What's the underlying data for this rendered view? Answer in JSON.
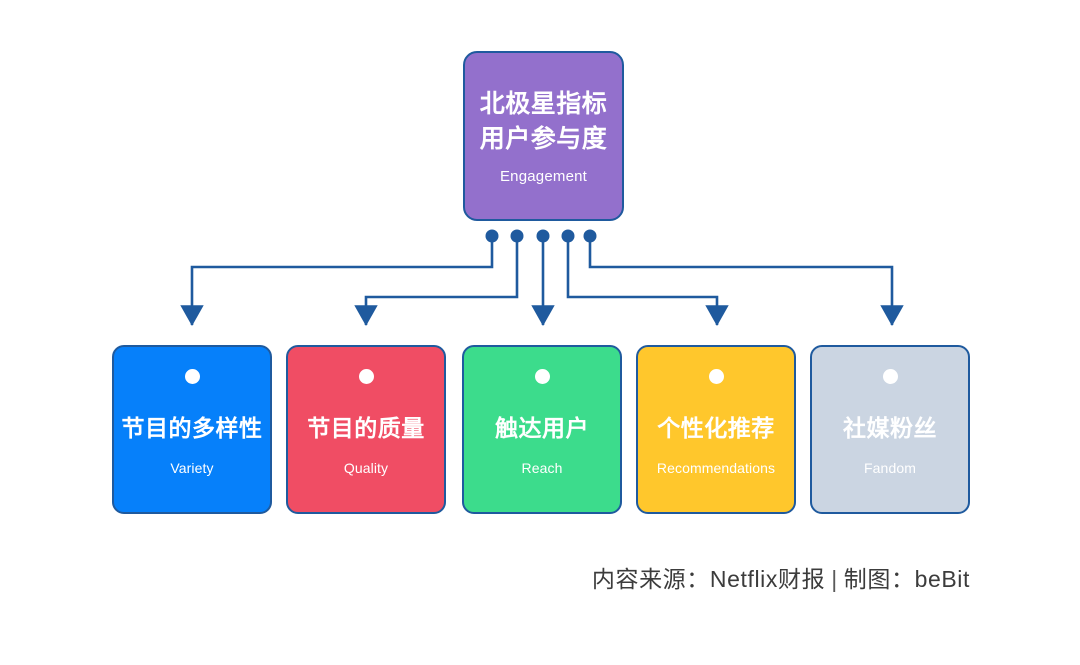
{
  "diagram": {
    "title_cn_1": "北极星指标",
    "title_cn_2": "用户参与度",
    "title_en": "Engagement",
    "root_color": "#9370CC",
    "connector_color": "#1F5A9E",
    "border_color": "#1F5A9E",
    "background": "#FFFFFF"
  },
  "metrics": [
    {
      "label_cn": "节目的多样性",
      "label_en": "Variety",
      "color": "#0680FA",
      "dot_color": "#FFFFFF"
    },
    {
      "label_cn": "节目的质量",
      "label_en": "Quality",
      "color": "#F04D64",
      "dot_color": "#FFFFFF"
    },
    {
      "label_cn": "触达用户",
      "label_en": "Reach",
      "color": "#3CDC8C",
      "dot_color": "#FFFFFF"
    },
    {
      "label_cn": "个性化推荐",
      "label_en": "Recommendations",
      "color": "#FFC72C",
      "dot_color": "#FFFFFF"
    },
    {
      "label_cn": "社媒粉丝",
      "label_en": "Fandom",
      "color": "#CBD5E2",
      "dot_color": "#FFFFFF"
    }
  ],
  "footer": {
    "source_label": "内容来源：Netflix财报",
    "separator": "|",
    "credit_label": "制图：beBit"
  }
}
